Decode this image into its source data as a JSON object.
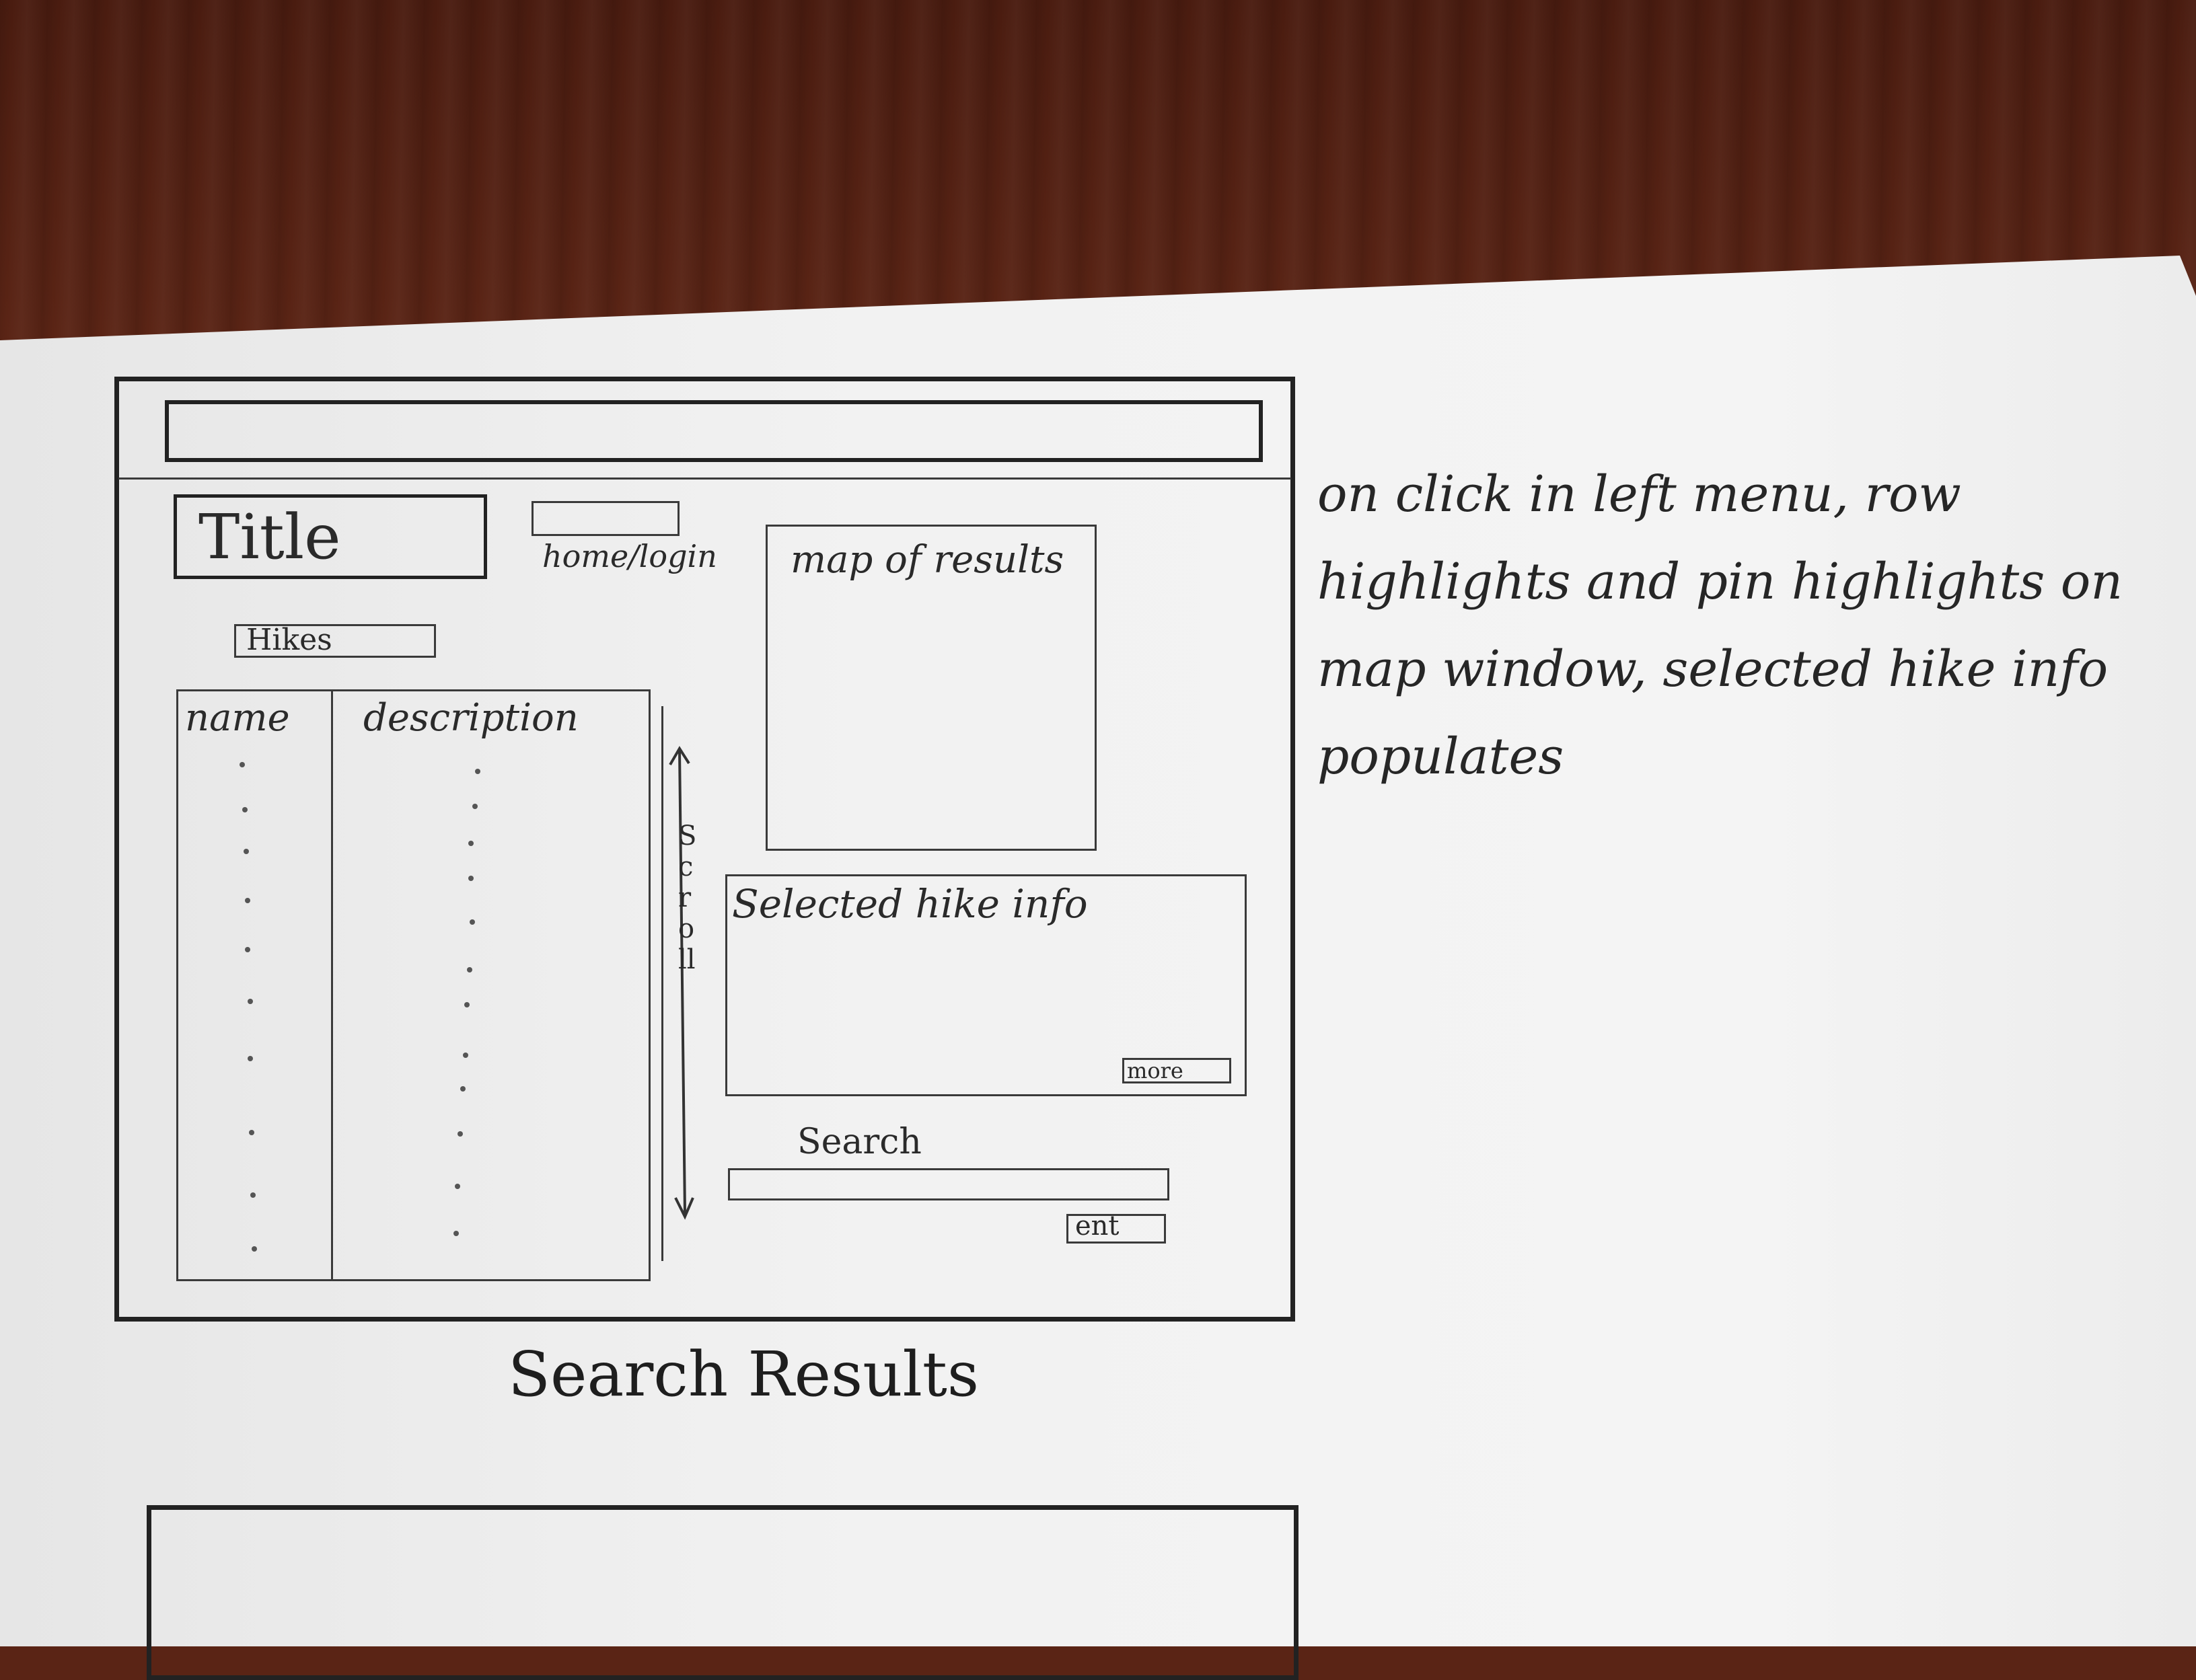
{
  "wireframe": {
    "title": "Title",
    "nav_link": "home/login",
    "section_label": "Hikes",
    "table_headers": [
      "name",
      "description"
    ],
    "scroll_label": "Scroll",
    "map_label": "map of results",
    "info_label": "Selected hike info",
    "more_button": "more",
    "search_label": "Search",
    "search_value": "",
    "enter_button": "ent"
  },
  "caption": "Search Results",
  "note": "on click in left menu, row highlights and pin highlights on map window, selected hike info populates"
}
